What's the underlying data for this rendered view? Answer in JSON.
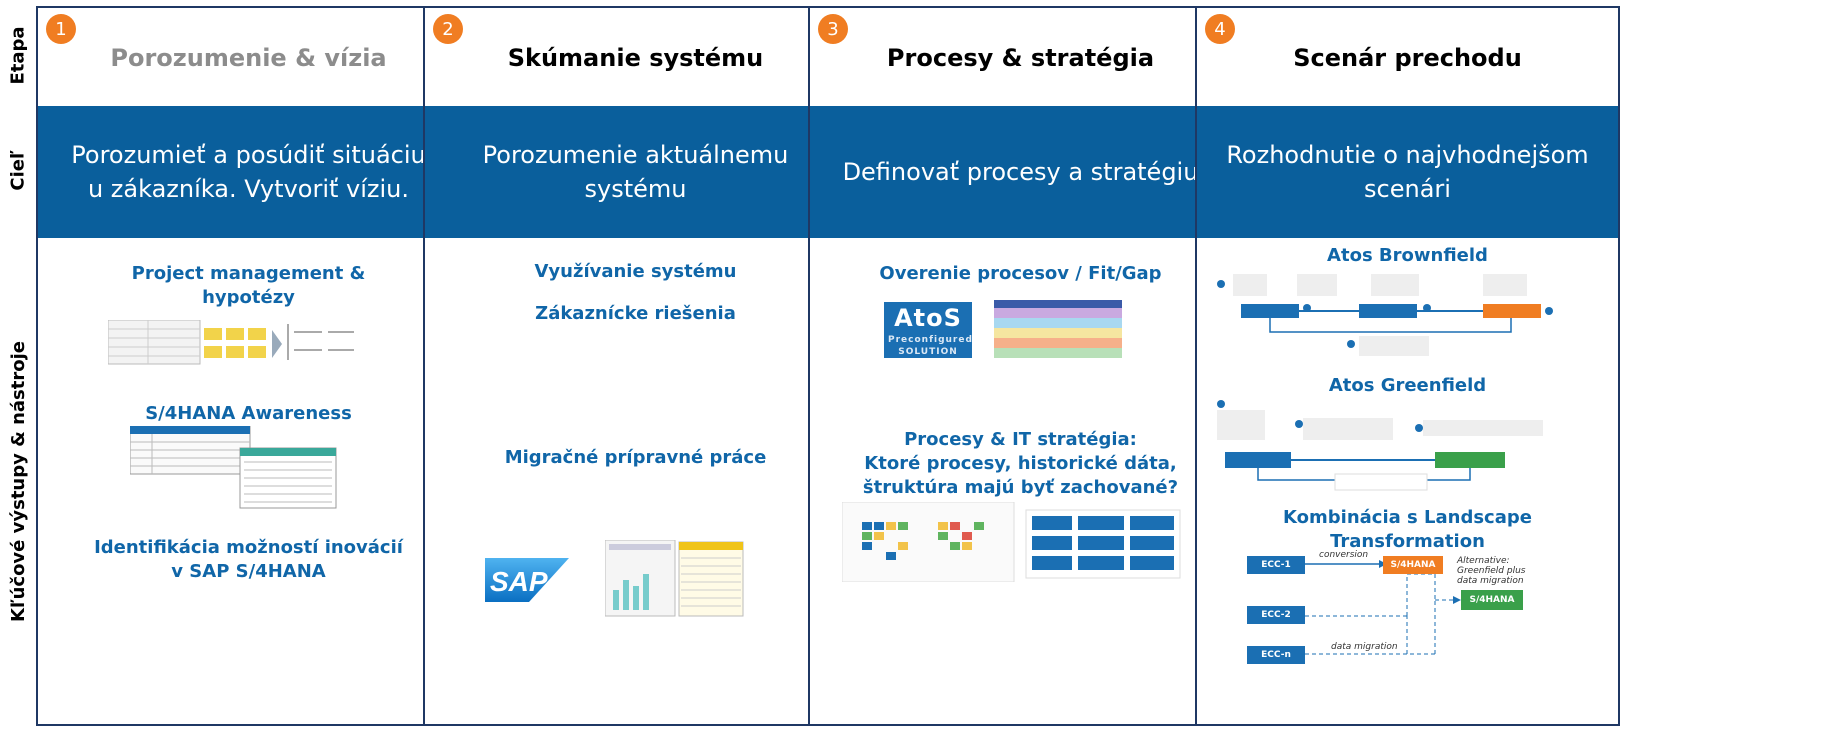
{
  "rows": {
    "etapa": "Etapa",
    "ciel": "Cieľ",
    "vystupy": "Kľúčové výstupy & nástroje"
  },
  "columns": [
    {
      "number": "1",
      "stage": "Porozumenie & vízia",
      "goal_line1": "Porozumieť a posúdiť situáciu",
      "goal_line2": "u zákazníka. Vytvoriť víziu.",
      "outputs": [
        "Project management &",
        "hypotézy",
        "S/4HANA Awareness",
        "Identifikácia možností inovácií",
        "v SAP S/4HANA"
      ]
    },
    {
      "number": "2",
      "stage": "Skúmanie systému",
      "goal_line1": "Porozumenie aktuálnemu",
      "goal_line2": "systému",
      "outputs": [
        "Využívanie systému",
        "Zákaznícke riešenia",
        "Migračné prípravné práce"
      ]
    },
    {
      "number": "3",
      "stage": "Procesy & stratégia",
      "goal_line1": "Definovať procesy a stratégiu",
      "goal_line2": "",
      "outputs": [
        "Overenie procesov / Fit/Gap",
        "Procesy & IT stratégia:",
        "Ktoré procesy, historické dáta,",
        "štruktúra majú byť zachované?"
      ]
    },
    {
      "number": "4",
      "stage": "Scenár prechodu",
      "goal_line1": "Rozhodnutie o najvhodnejšom",
      "goal_line2": "scenári",
      "outputs": [
        "Atos Brownfield",
        "Atos Greenfield",
        "Kombinácia s Landscape",
        "Transformation"
      ]
    }
  ],
  "logos": {
    "atos": "AtoS",
    "atos_sub1": "Preconfigured",
    "atos_sub2": "SOLUTION",
    "sap": "SAP"
  },
  "diagram": {
    "ecc1": "ECC-1",
    "ecc2": "ECC-2",
    "eccn": "ECC-n",
    "s4": "S/4HANA",
    "conversion": "conversion",
    "data_migration": "data migration",
    "alt1": "Alternative:",
    "alt2": "Greenfield plus",
    "alt3": "data migration"
  },
  "colors": {
    "accent_blue": "#0a5f9c",
    "badge_orange": "#f07d22",
    "frame": "#1f3864",
    "heading_blue": "#1066a8"
  }
}
